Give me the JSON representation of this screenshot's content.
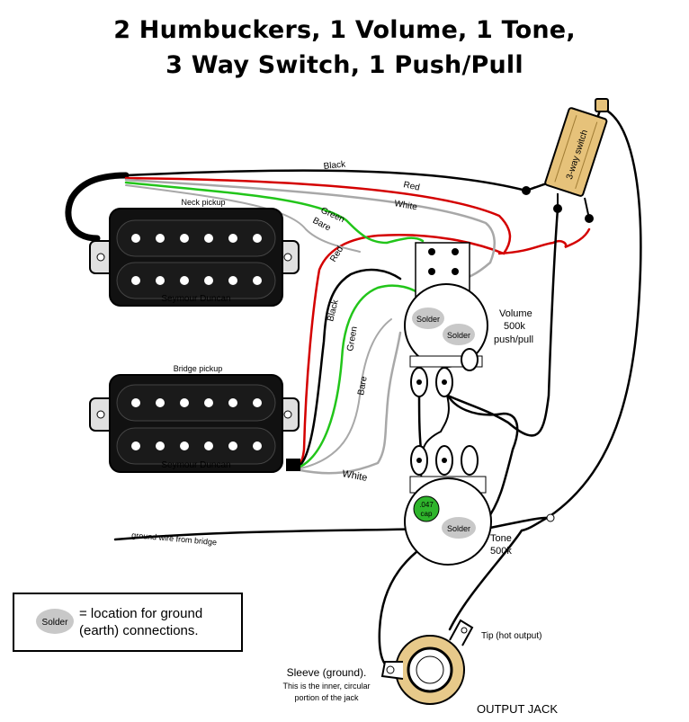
{
  "title": {
    "line1": "2 Humbuckers, 1 Volume, 1 Tone,",
    "line2": "3 Way Switch, 1 Push/Pull"
  },
  "pickups": {
    "neck_label": "Neck pickup",
    "bridge_label": "Bridge pickup",
    "brand": "Seymour Duncan"
  },
  "switch": {
    "label": "3-way switch"
  },
  "wires": {
    "black_top": "Black",
    "red_top": "Red",
    "white_top": "White",
    "green_top": "Green",
    "bare_top": "Bare",
    "red_mid": "Red",
    "black_mid": "Black",
    "green_mid": "Green",
    "bare_mid": "Bare",
    "white_bottom": "White",
    "ground_bridge": "ground wire from bridge"
  },
  "volume": {
    "line1": "Volume",
    "line2": "500k",
    "line3": "push/pull"
  },
  "tone": {
    "line1": "Tone",
    "line2": "500k"
  },
  "solder": "Solder",
  "cap": {
    "line1": ".047",
    "line2": "cap"
  },
  "jack": {
    "tip": "Tip (hot output)",
    "sleeve_line1": "Sleeve (ground).",
    "sleeve_line2": "This is the inner, circular",
    "sleeve_line3": "portion of the jack",
    "label": "OUTPUT JACK"
  },
  "legend": {
    "solder": "Solder",
    "line1": "= location for ground",
    "line2": "(earth) connections."
  },
  "colors": {
    "black": "#000000",
    "red": "#d40000",
    "green": "#22c51a",
    "white_wire": "#a8a8a8",
    "solder": "#c8c8c8",
    "cap": "#2fb52c",
    "switch": "#e6c27a",
    "jack": "#e7c98a"
  }
}
